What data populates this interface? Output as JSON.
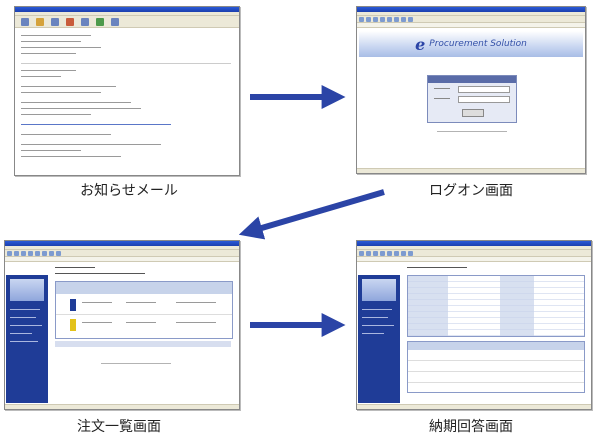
{
  "captions": {
    "mail": "お知らせメール",
    "logon": "ログオン画面",
    "orders": "注文一覧画面",
    "delivery": "納期回答画面"
  },
  "logon_window": {
    "logo_text": "Procurement Solution"
  },
  "colors": {
    "arrow": "#2b44a6",
    "titlebar": "#2a5ad7",
    "table_header": "#c7d3ea",
    "form_header": "#5a6ca8"
  }
}
